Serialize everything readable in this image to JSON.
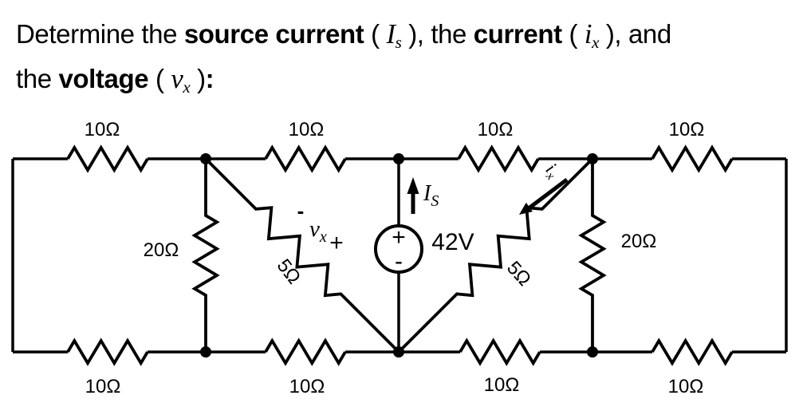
{
  "title": {
    "seg_intro": "Determine the ",
    "seg_source_current": "source current",
    "seg_open1": " ( ",
    "sym_is_main": "I",
    "sym_is_sub": "s",
    "seg_close1": " ), the ",
    "seg_current": "current",
    "seg_open2": " ( ",
    "sym_ix_main": "i",
    "sym_ix_sub": "x",
    "seg_close2": " ), and",
    "seg_the2": "the ",
    "seg_voltage": "voltage",
    "seg_open3": " ( ",
    "sym_vx_main": "v",
    "sym_vx_sub": "x",
    "seg_close3": " )",
    "seg_colon": ":"
  },
  "circuit": {
    "resistor_labels": {
      "top1": "10Ω",
      "top2": "10Ω",
      "top3": "10Ω",
      "top4": "10Ω",
      "bottom1": "10Ω",
      "bottom2": "10Ω",
      "bottom3": "10Ω",
      "bottom4": "10Ω",
      "left_shunt": "20Ω",
      "right_shunt": "20Ω",
      "diag_left": "5Ω",
      "diag_right": "5Ω"
    },
    "source": {
      "value": "42V",
      "plus": "+",
      "minus": "-"
    },
    "is_label": {
      "main": "I",
      "sub": "S"
    },
    "ix_label": {
      "main": "i",
      "sub": "x"
    },
    "vx_label": {
      "main": "v",
      "sub": "x",
      "plus": "+",
      "minus": "-"
    },
    "colors": {
      "ink": "#000000",
      "background": "#ffffff"
    }
  }
}
